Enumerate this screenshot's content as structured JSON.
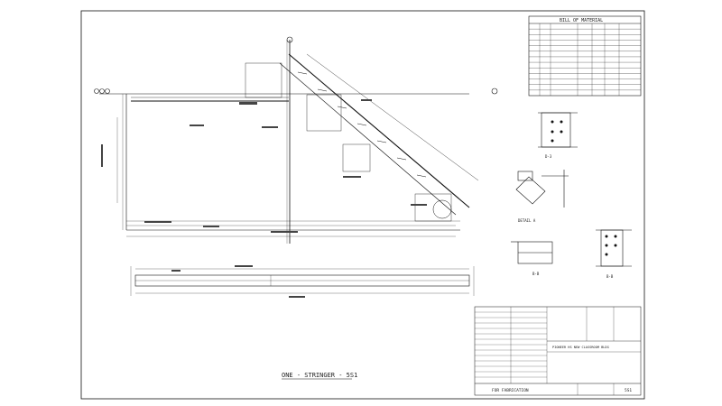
{
  "drawing": {
    "main_title": "ONE - STRINGER - 5S1",
    "bom_title": "BILL OF MATERIAL",
    "bom_rows": 12,
    "detail_labels": [
      "D-3",
      "DETAIL A",
      "B-B",
      "B-B"
    ],
    "status_label": "FOR FABRICATION",
    "project_name": "PIONEER HS NEW CLASSROOM BLDG",
    "sheet_no": "5S1"
  },
  "colors": {
    "line": "#111111",
    "paper": "#ffffff"
  }
}
